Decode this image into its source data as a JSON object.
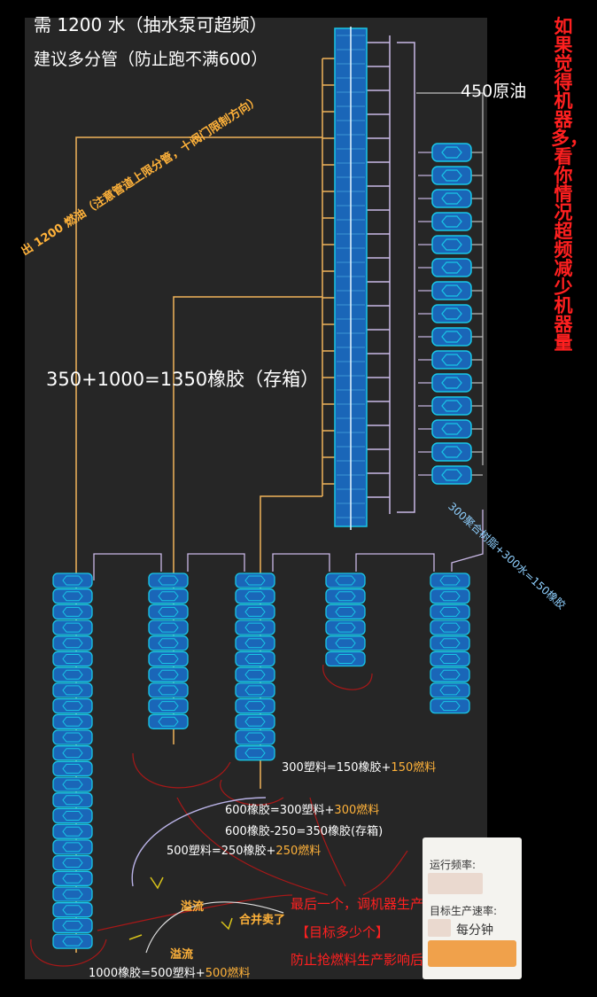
{
  "annotations": {
    "water_need": "需  1200  水（抽水泵可超频）",
    "branch_advice": "建议多分管（防止跑不满600）",
    "crude_oil": "450原油",
    "fuel_output": "出  1200  燃油（注意管道上限分管，十阀门限制方向）",
    "rubber_storage": "350+1000=1350橡胶（存箱）",
    "resin_formula": "300聚合树脂+300水=150橡胶",
    "overclock_note": "如果觉得机器多，   看你情况超频减少机器量",
    "plastic_formula": "300塑料=150橡胶+150燃料",
    "rubber_formula_1": "600橡胶=300塑料+300燃料",
    "rubber_formula_2": "600橡胶-250=350橡胶(存箱)",
    "plastic_formula_2": "500塑料=250橡胶+250燃料",
    "overflow_1": "溢流",
    "overflow_2": "溢流",
    "merge_sell": "合并卖了",
    "rubber_final": "1000橡胶=500塑料+500燃料",
    "last_one": "最后一个，调机器生产",
    "target": "【目标多少个】",
    "prevent": "防止抢燃料生产影响后续连续反应"
  },
  "popup": {
    "run_freq_label": "运行频率:",
    "target_rate_label": "目标生产速率:",
    "per_minute": "每分钟"
  },
  "colors": {
    "background": "#000000",
    "panel": "#262626",
    "machine_cyan": "#19c6e6",
    "machine_blue": "#1a66b8",
    "pipe_orange": "#f0b45a",
    "pipe_lavender": "#c9b8e6",
    "pipe_gray": "#bfbfbf",
    "label_orange": "#ffb23a",
    "label_red": "#ff2020"
  }
}
